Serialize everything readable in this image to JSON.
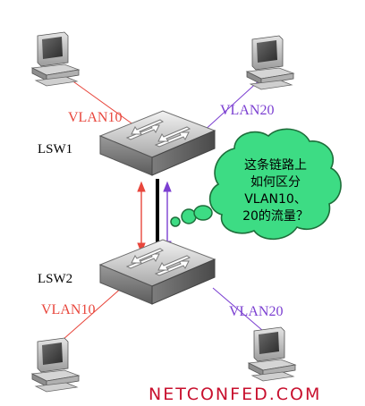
{
  "diagram": {
    "switches": [
      {
        "label": "LSW1"
      },
      {
        "label": "LSW2"
      }
    ],
    "links": {
      "top_left": {
        "label": "VLAN10",
        "color": "#e8463c"
      },
      "top_right": {
        "label": "VLAN20",
        "color": "#7b3fd1"
      },
      "bottom_left": {
        "label": "VLAN10",
        "color": "#e8463c"
      },
      "bottom_right": {
        "label": "VLAN20",
        "color": "#7b3fd1"
      }
    },
    "callout": {
      "lines": [
        "这条链路上",
        "如何区分",
        "VLAN10、",
        "20的流量？"
      ],
      "fill": "#3ddc84",
      "stroke": "#1d6e3a"
    },
    "watermark": {
      "text": "NETCONFED.COM",
      "color": "#c8102e"
    },
    "icons": {
      "computer": "desktop-computer-icon",
      "switch": "layer3-switch-icon"
    }
  }
}
